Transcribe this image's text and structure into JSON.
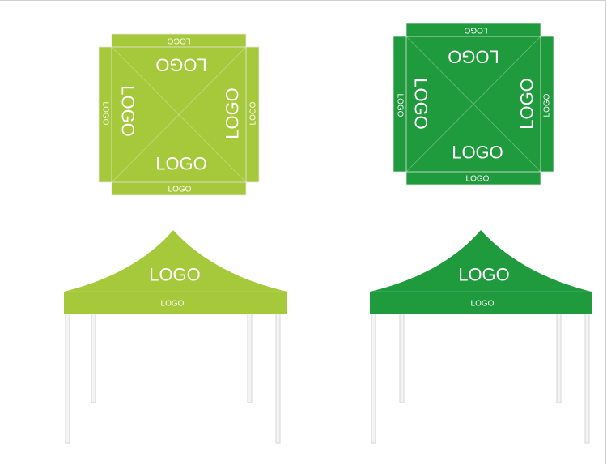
{
  "logo_text": "LOGO",
  "canopies": [
    {
      "id": "light",
      "color": "#a5c93a",
      "top_view_labels": {
        "top_flap": "LOGO",
        "top_roof": "LOGO",
        "left_roof": "LOGO",
        "left_flap": "LOGO",
        "right_roof": "LOGO",
        "right_flap": "LOGO",
        "bottom_roof": "LOGO",
        "bottom_flap": "LOGO"
      },
      "side_view_labels": {
        "roof": "LOGO",
        "valance": "LOGO"
      }
    },
    {
      "id": "dark",
      "color": "#1f9a3c",
      "top_view_labels": {
        "top_flap": "LOGO",
        "top_roof": "LOGO",
        "left_roof": "LOGO",
        "left_flap": "LOGO",
        "right_roof": "LOGO",
        "right_flap": "LOGO",
        "bottom_roof": "LOGO",
        "bottom_flap": "LOGO"
      },
      "side_view_labels": {
        "roof": "LOGO",
        "valance": "LOGO"
      }
    }
  ]
}
